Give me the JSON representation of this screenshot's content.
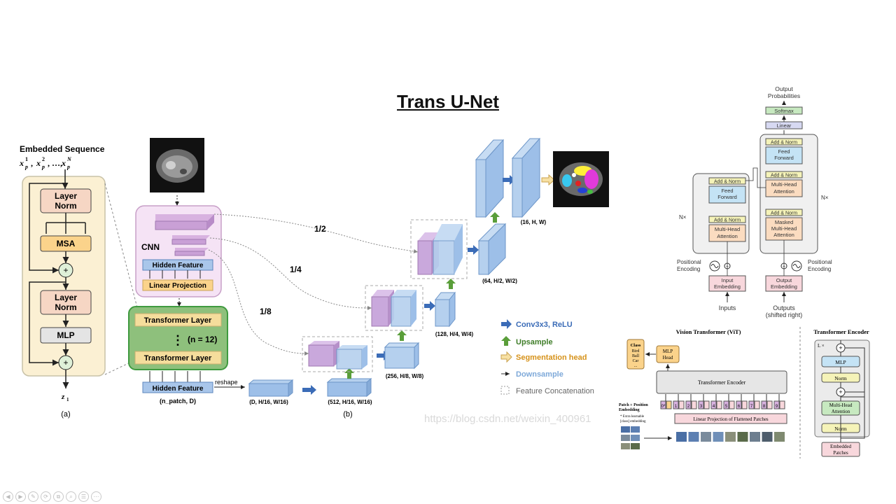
{
  "slide": {
    "title": "Trans U-Net"
  },
  "encoder_block": {
    "heading": "Embedded Sequence",
    "input_math": "x",
    "input_terms": [
      "p",
      "1",
      "p",
      "2",
      "p",
      "N"
    ],
    "layer_norm": "Layer\nNorm",
    "msa": "MSA",
    "mlp": "MLP",
    "output": "z",
    "output_sub": "1",
    "caption": "(a)"
  },
  "transunet": {
    "cnn_label": "CNN",
    "hidden_feature": "Hidden Feature",
    "linear_projection": "Linear Projection",
    "transformer_layer": "Transformer Layer",
    "n_layers": "(n = 12)",
    "bottom_hidden_feature": "Hidden Feature",
    "n_patch": "(n_patch, D)",
    "reshape": "reshape",
    "skip_labels": [
      "1/2",
      "1/4",
      "1/8"
    ],
    "dims": [
      "(D, H/16, W/16)",
      "(512, H/16, W/16)",
      "(256, H/8, W/8)",
      "(128, H/4, W/4)",
      "(64, H/2, W/2)",
      "(16, H, W)"
    ],
    "caption": "(b)",
    "legend": [
      {
        "label": "Conv3x3, ReLU",
        "color": "#3b6cb7",
        "text_color": "#3b6cb7"
      },
      {
        "label": "Upsample",
        "color": "#5a9e3a",
        "text_color": "#3f7d28"
      },
      {
        "label": "Segmentation head",
        "color": "#f2c25c",
        "text_color": "#d6921a"
      },
      {
        "label": "Downsample",
        "color": "#333333",
        "text_color": "#7ea9d9"
      },
      {
        "label": "Feature Concatenation",
        "color": "#999999",
        "text_color": "#666666"
      }
    ],
    "watermark": "https://blog.csdn.net/weixin_400961"
  },
  "transformer": {
    "output_probabilities": "Output\nProbabilities",
    "softmax": "Softmax",
    "linear": "Linear",
    "add_norm": "Add & Norm",
    "feed_forward": "Feed\nForward",
    "multi_head_attention": "Multi-Head\nAttention",
    "masked_mha": "Masked\nMulti-Head\nAttention",
    "nx": "N×",
    "positional_encoding": "Positional\nEncoding",
    "input_embedding": "Input\nEmbedding",
    "output_embedding": "Output\nEmbedding",
    "inputs": "Inputs",
    "outputs": "Outputs",
    "outputs_sub": "(shifted right)"
  },
  "vit": {
    "title": "Vision Transformer (ViT)",
    "class_box": "Class\nBird\nBall\nCar\n...",
    "mlp_head": "MLP\nHead",
    "transformer_encoder": "Transformer Encoder",
    "patch_pos_embedding": "Patch + Position\nEmbedding",
    "extra_learnable": "* Extra learnable\n[class] embedding",
    "linear_projection": "Linear Projection of Flattened Patches",
    "tokens": [
      "0*",
      "1",
      "2",
      "3",
      "4",
      "5",
      "6",
      "7",
      "8",
      "9"
    ]
  },
  "vit_encoder": {
    "title": "Transformer Encoder",
    "lx": "L ×",
    "mlp": "MLP",
    "norm": "Norm",
    "mha": "Multi-Head\nAttention",
    "embedded_patches": "Embedded\nPatches"
  },
  "nav": [
    "◀",
    "▶",
    "✎",
    "⟳",
    "⧉",
    "⌕",
    "☰",
    "⋯"
  ]
}
